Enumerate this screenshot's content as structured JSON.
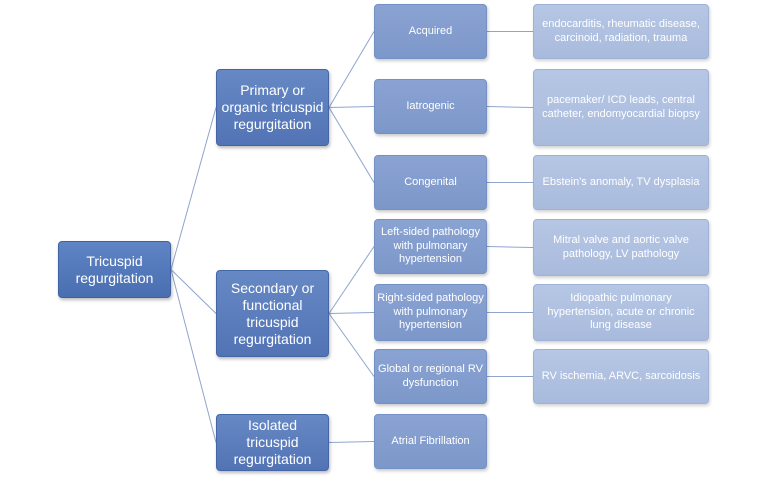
{
  "root": {
    "label": "Tricuspid\nregurgitation"
  },
  "categories": [
    {
      "label": "Primary or\norganic tricuspid\nregurgitation",
      "causes": [
        {
          "label": "Acquired",
          "detail": "endocarditis, rheumatic disease,\ncarcinoid, radiation, trauma"
        },
        {
          "label": "Iatrogenic",
          "detail": "pacemaker/ ICD leads, central\ncatheter, endomyocardial biopsy"
        },
        {
          "label": "Congenital",
          "detail": "Ebstein's anomaly, TV dysplasia"
        }
      ]
    },
    {
      "label": "Secondary or\nfunctional\ntricuspid\nregurgitation",
      "causes": [
        {
          "label": "Left-sided pathology\nwith pulmonary\nhypertension",
          "detail": "Mitral valve and aortic valve\npathology, LV pathology"
        },
        {
          "label": "Right-sided pathology\nwith pulmonary\nhypertension",
          "detail": "Idiopathic pulmonary\nhypertension, acute or chronic\nlung disease"
        },
        {
          "label": "Global or regional RV\ndysfunction",
          "detail": "RV ischemia, ARVC, sarcoidosis"
        }
      ]
    },
    {
      "label": "Isolated\ntricuspid\nregurgitation",
      "causes": [
        {
          "label": "Atrial Fibrillation"
        }
      ]
    }
  ]
}
